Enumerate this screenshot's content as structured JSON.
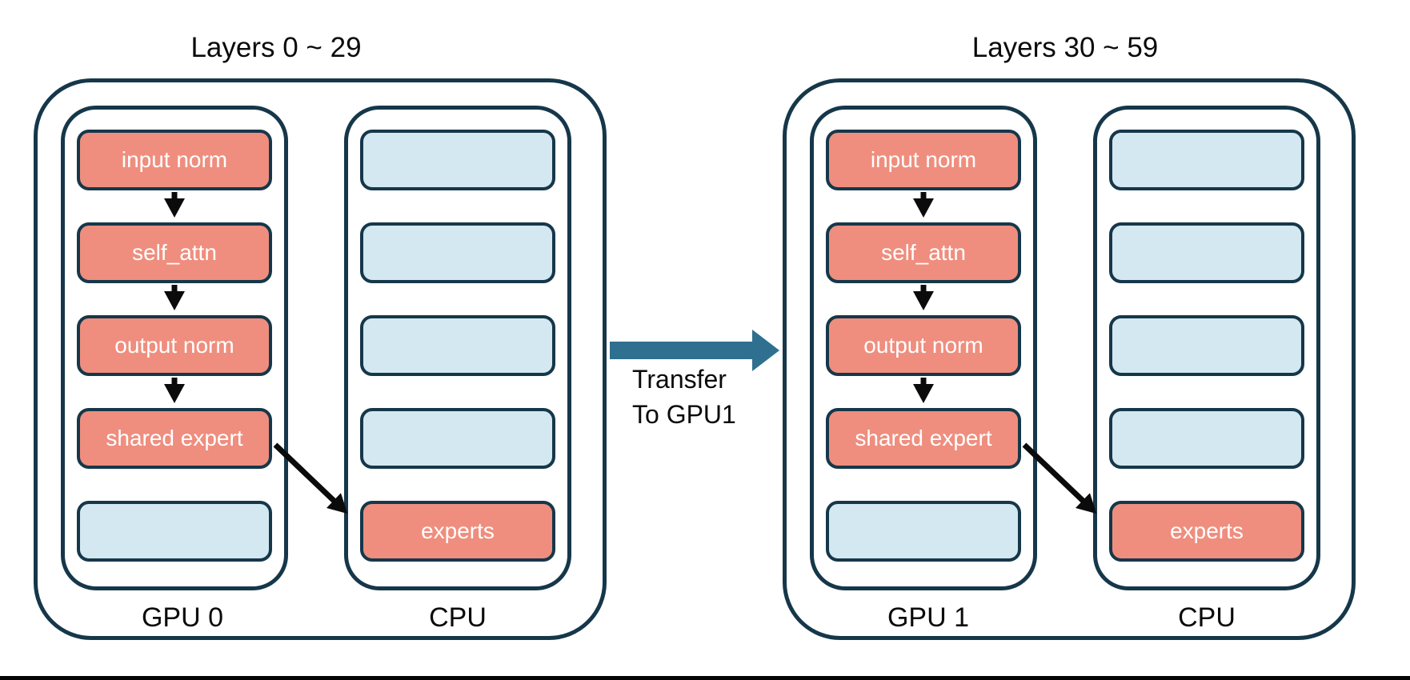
{
  "colors": {
    "salmon_box": "#EF8E7E",
    "light_blue_box": "#D3E8F0",
    "navy_border": "#16374A",
    "transfer_arrow_teal": "#2F6F90",
    "flow_arrow_black": "#0b0b0b",
    "box_text": "#FFFFFF",
    "label_text": "#0b0b0b"
  },
  "transfer": {
    "line1": "Transfer",
    "line2": "To GPU1"
  },
  "groups": [
    {
      "title": "Layers 0 ~ 29",
      "gpu": {
        "label": "GPU 0",
        "boxes": [
          {
            "label": "input norm",
            "type": "salmon"
          },
          {
            "label": "self_attn",
            "type": "salmon"
          },
          {
            "label": "output norm",
            "type": "salmon"
          },
          {
            "label": "shared expert",
            "type": "salmon"
          },
          {
            "label": "",
            "type": "blue"
          }
        ]
      },
      "cpu": {
        "label": "CPU",
        "boxes": [
          {
            "label": "",
            "type": "blue"
          },
          {
            "label": "",
            "type": "blue"
          },
          {
            "label": "",
            "type": "blue"
          },
          {
            "label": "",
            "type": "blue"
          },
          {
            "label": "experts",
            "type": "salmon"
          }
        ]
      }
    },
    {
      "title": "Layers 30 ~ 59",
      "gpu": {
        "label": "GPU 1",
        "boxes": [
          {
            "label": "input norm",
            "type": "salmon"
          },
          {
            "label": "self_attn",
            "type": "salmon"
          },
          {
            "label": "output norm",
            "type": "salmon"
          },
          {
            "label": "shared expert",
            "type": "salmon"
          },
          {
            "label": "",
            "type": "blue"
          }
        ]
      },
      "cpu": {
        "label": "CPU",
        "boxes": [
          {
            "label": "",
            "type": "blue"
          },
          {
            "label": "",
            "type": "blue"
          },
          {
            "label": "",
            "type": "blue"
          },
          {
            "label": "",
            "type": "blue"
          },
          {
            "label": "experts",
            "type": "salmon"
          }
        ]
      }
    }
  ]
}
